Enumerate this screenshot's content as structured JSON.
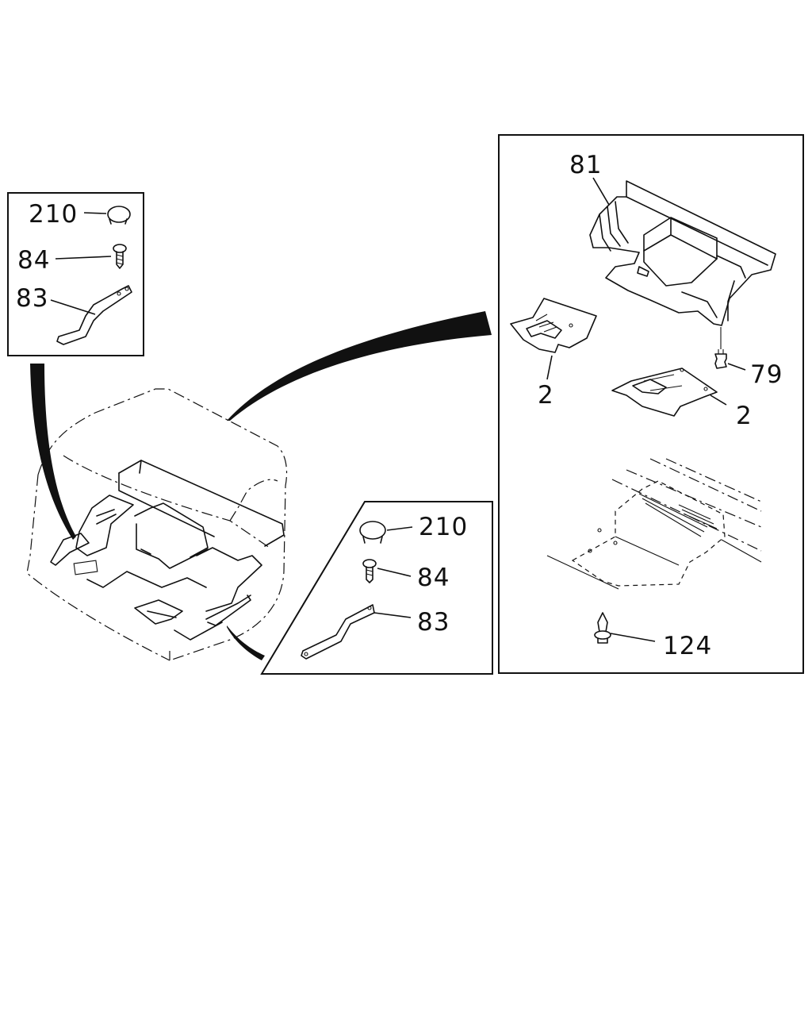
{
  "diagram": {
    "callouts": {
      "top_left_cap": "210",
      "top_left_screw": "84",
      "top_left_bracket": "83",
      "right_panel_insulator": "81",
      "right_panel_clip": "79",
      "right_panel_pad_left": "2",
      "right_panel_pad_right": "2",
      "right_panel_fastener": "124",
      "bottom_cap": "210",
      "bottom_screw": "84",
      "bottom_bracket": "83"
    }
  }
}
